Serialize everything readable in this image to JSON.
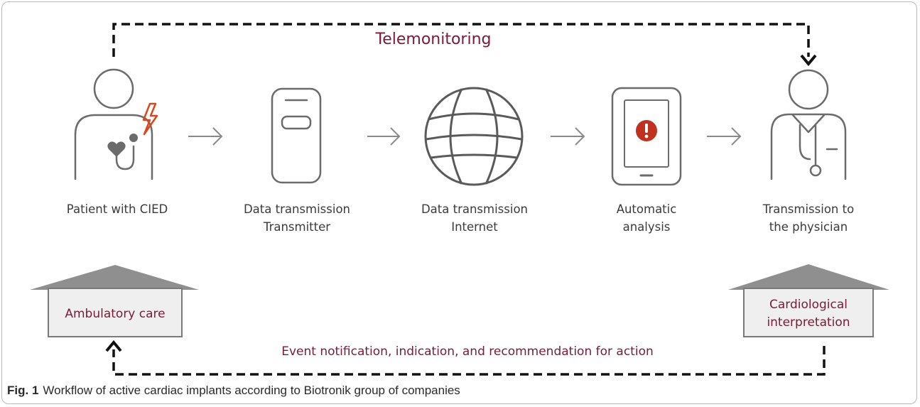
{
  "title": "Telemonitoring",
  "steps": [
    {
      "line1": "Patient with CIED",
      "line2": "",
      "icon": "patient-icon"
    },
    {
      "line1": "Data transmission",
      "line2": "Transmitter",
      "icon": "transmitter-icon"
    },
    {
      "line1": "Data transmission",
      "line2": "Internet",
      "icon": "globe-icon"
    },
    {
      "line1": "Automatic",
      "line2": "analysis",
      "icon": "tablet-alert-icon"
    },
    {
      "line1": "Transmission to",
      "line2": "the physician",
      "icon": "physician-icon"
    }
  ],
  "houses": {
    "left": {
      "line1": "Ambulatory care",
      "line2": ""
    },
    "right": {
      "line1": "Cardiological",
      "line2": "interpretation"
    }
  },
  "feedback": "Event notification, indication, and recommendation for action",
  "caption": {
    "label": "Fig. 1",
    "text": "Workflow of active cardiac implants according to Biotronik group of companies"
  },
  "colors": {
    "accent": "#7b1a38",
    "alert": "#c0311f",
    "bolt": "#d9481c",
    "icon_stroke": "#6b6b6b",
    "house_fill": "#efefef",
    "house_roof": "#8f8f8f"
  }
}
